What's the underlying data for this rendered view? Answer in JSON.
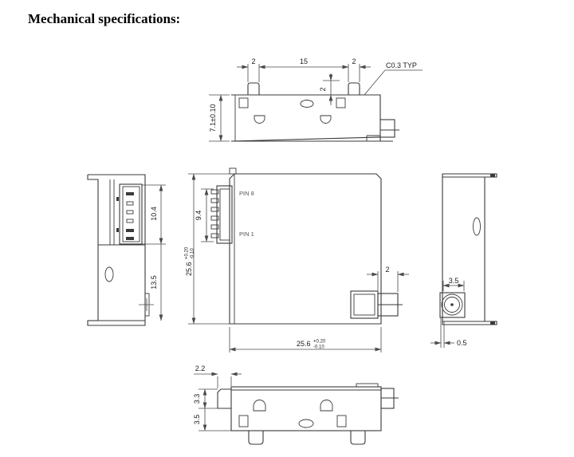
{
  "title": "Mechanical specifications:",
  "colors": {
    "line": "#3a3a3a",
    "dim_line": "#4a4a4a",
    "text": "#1c1c1c",
    "background": "#ffffff"
  },
  "views": {
    "top_view": {
      "dim_tab_left_width": "2",
      "dim_pitch": "15",
      "dim_tab_right_width": "2",
      "chamfer_note": "C0.3 TYP",
      "dim_tab_height": "2",
      "dim_body_height": "7.1±0.10"
    },
    "left_side_view": {
      "dim_connector_section": "10.4",
      "dim_lower_section": "13.5"
    },
    "front_view": {
      "pin_top_label": "PIN 8",
      "pin_bottom_label": "PIN 1",
      "dim_connector_height": "9.4",
      "dim_height_nominal": "25.6",
      "dim_height_tol_upper": "+0.20",
      "dim_height_tol_lower": "-0.10",
      "dim_width_nominal": "25.6",
      "dim_width_tol_upper": "+0.20",
      "dim_width_tol_lower": "-0.10",
      "dim_rf_offset": "2"
    },
    "right_side_view": {
      "dim_rf_width": "3.5",
      "dim_rf_bottom_offset": "0.5"
    },
    "bottom_view": {
      "dim_step_width": "2.2",
      "dim_upper_section": "3.3",
      "dim_lower_section": "3.5"
    }
  }
}
